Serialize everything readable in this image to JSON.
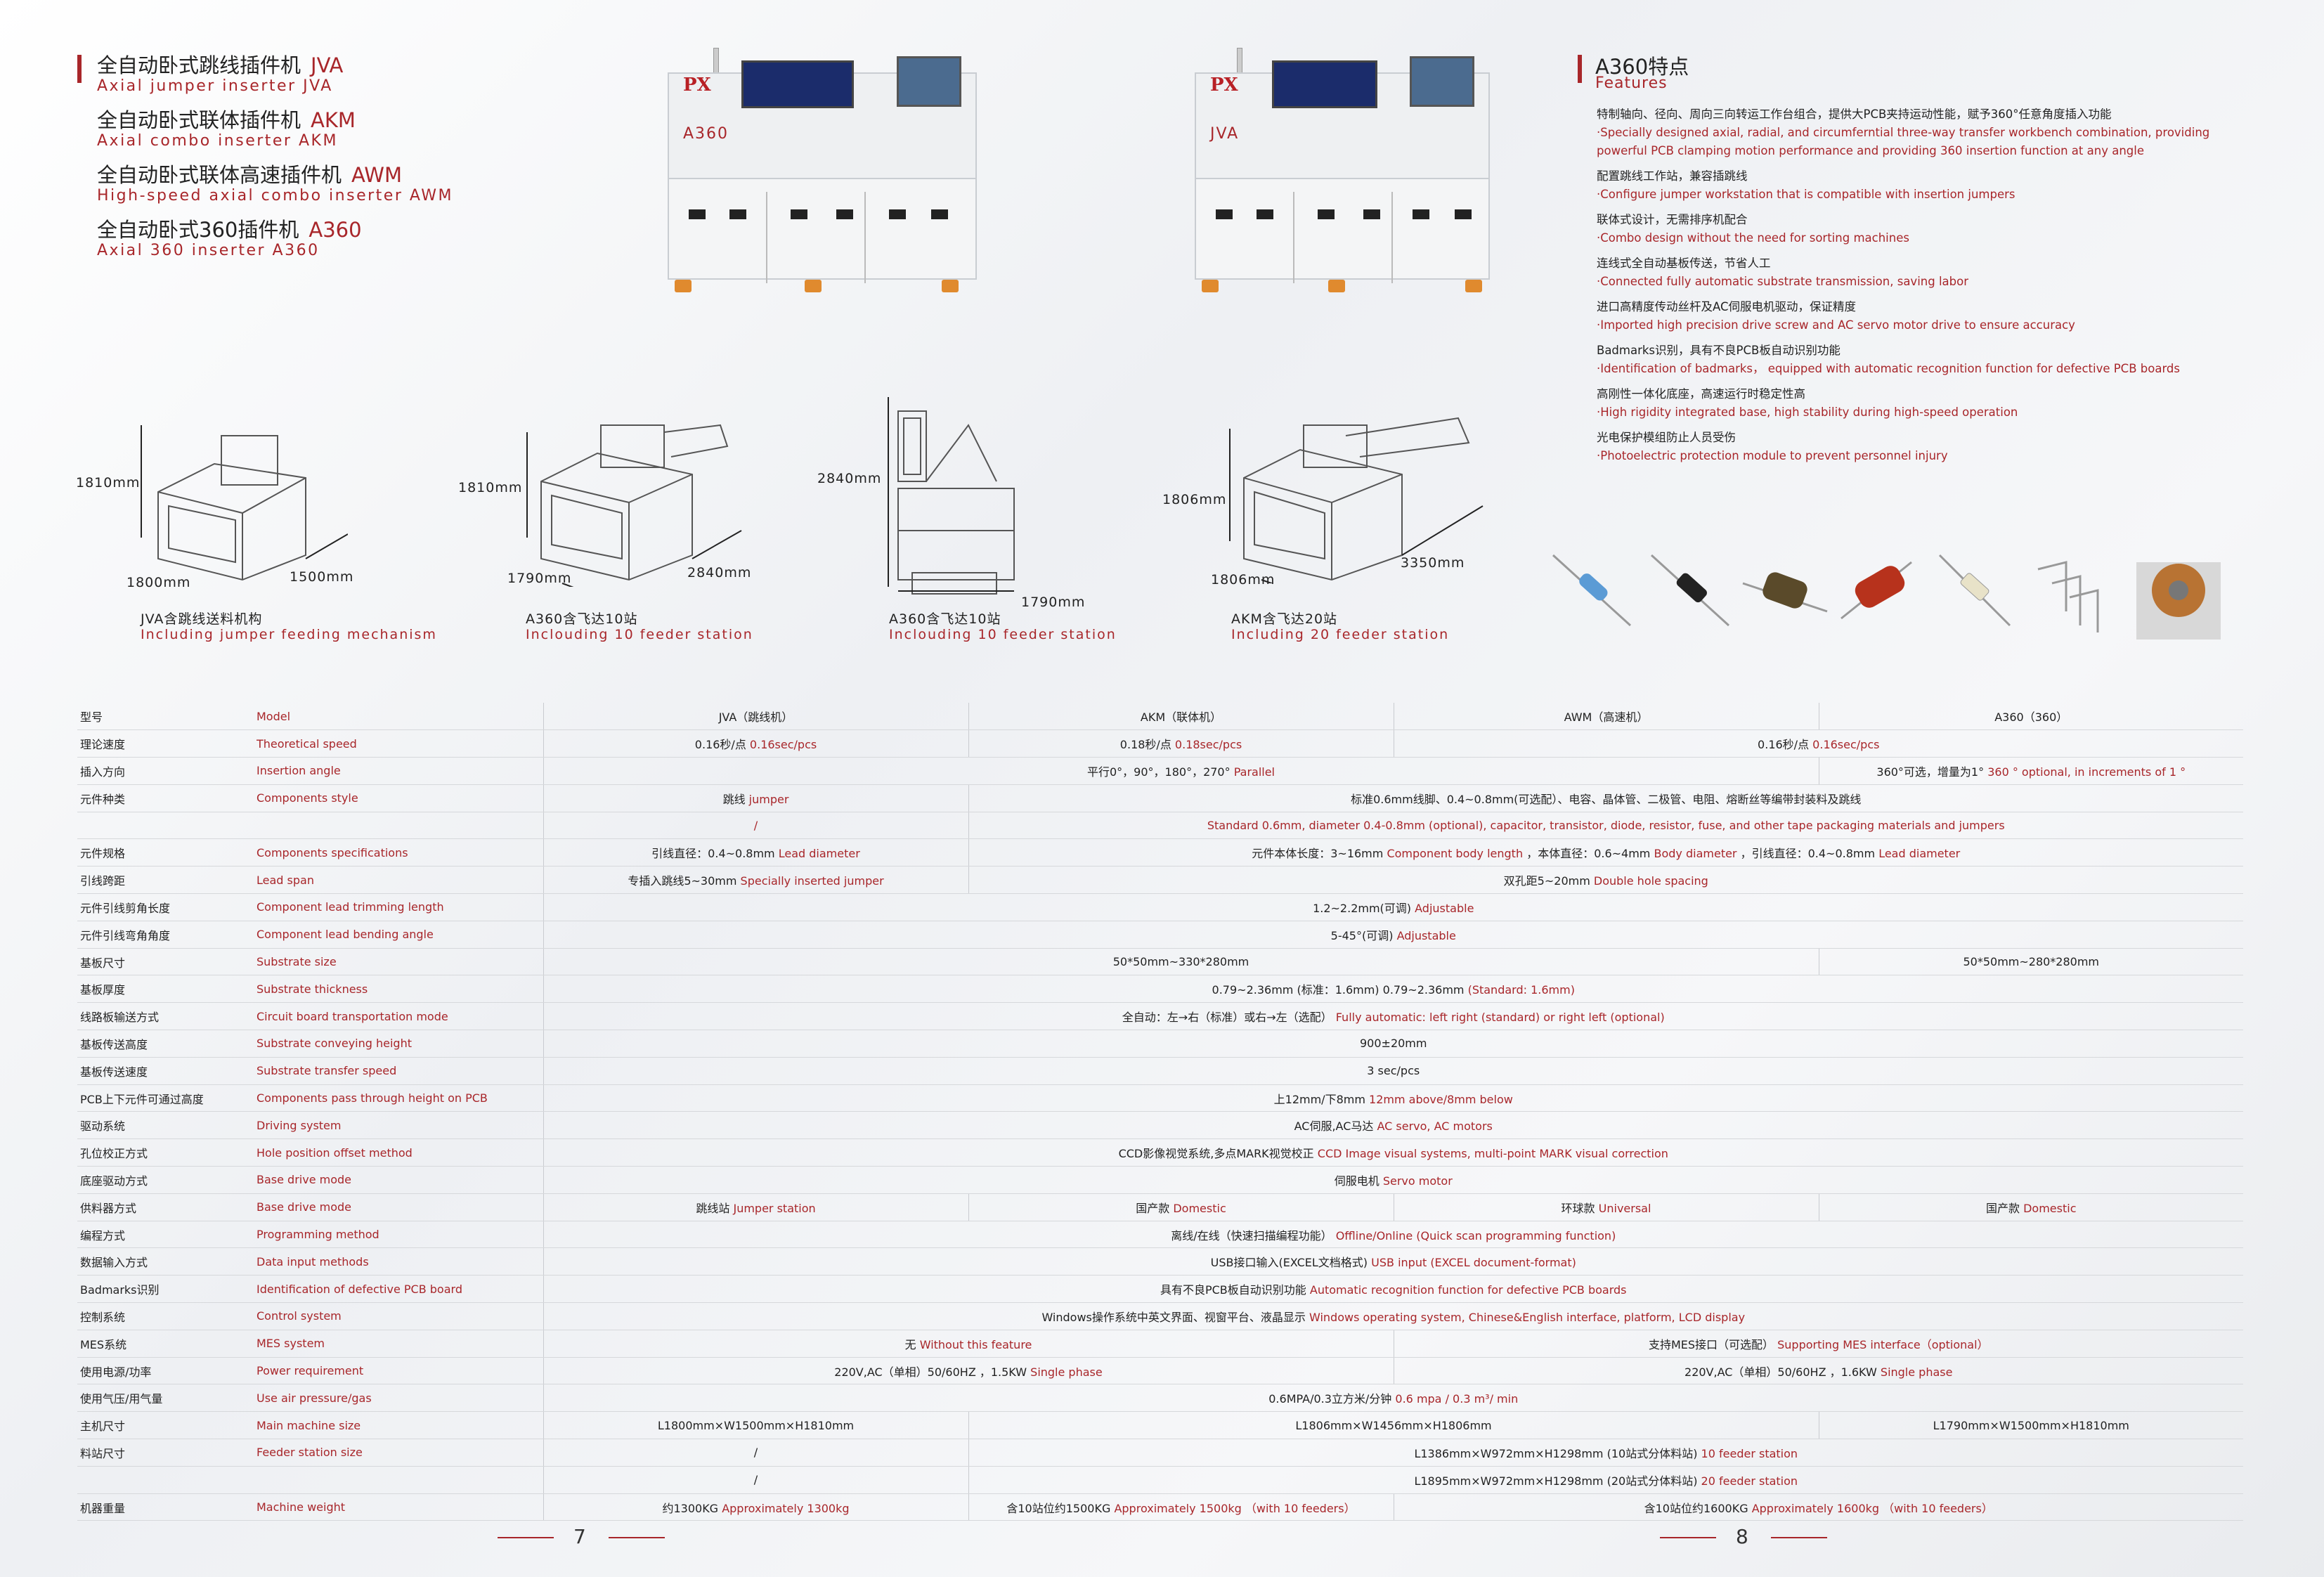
{
  "products": [
    {
      "cn": "全自动卧式跳线插件机",
      "code": "JVA",
      "en": "Axial jumper inserter JVA"
    },
    {
      "cn": "全自动卧式联体插件机",
      "code": "AKM",
      "en": "Axial combo inserter AKM"
    },
    {
      "cn": "全自动卧式联体高速插件机",
      "code": "AWM",
      "en": "High-speed axial combo inserter AWM"
    },
    {
      "cn": "全自动卧式360插件机",
      "code": "A360",
      "en": "Axial 360 inserter A360"
    }
  ],
  "machines": [
    {
      "logo": "PX",
      "model": "A360"
    },
    {
      "logo": "PX",
      "model": "JVA"
    }
  ],
  "drawings": [
    {
      "h": "1810mm",
      "w": "1800mm",
      "d": "1500mm",
      "cap_cn": "JVA含跳线送料机构",
      "cap_en": "Including jumper feeding mechanism"
    },
    {
      "h": "1810mm",
      "w": "1790mm",
      "d": "2840mm",
      "cap_cn": "A360含飞达10站",
      "cap_en": "Inclouding 10 feeder station"
    },
    {
      "h": "2840mm",
      "w": "1790mm",
      "cap_cn": "A360含飞达10站",
      "cap_en": "Inclouding 10 feeder station"
    },
    {
      "h": "1806mm",
      "w": "1806mm",
      "d": "3350mm",
      "cap_cn": "AKM含飞达20站",
      "cap_en": "Including 20 feeder station"
    }
  ],
  "features_title": "A360特点",
  "features_subtitle": "Features",
  "features": [
    {
      "cn": "特制轴向、径向、周向三向转运工作台组合，提供大PCB夹持运动性能，赋予360°任意角度插入功能",
      "en": "·Specially designed axial, radial, and circumferntial three-way transfer workbench combination, providing powerful PCB clamping motion performance and providing 360 insertion function at any angle"
    },
    {
      "cn": "配置跳线工作站，兼容插跳线",
      "en": "·Configure jumper workstation that is compatible with insertion jumpers"
    },
    {
      "cn": "联体式设计，无需排序机配合",
      "en": "·Combo design without the need for sorting machines"
    },
    {
      "cn": "连线式全自动基板传送，节省人工",
      "en": "·Connected fully automatic substrate transmission, saving labor"
    },
    {
      "cn": "进口高精度传动丝杆及AC伺服电机驱动，保证精度",
      "en": "·Imported high precision drive screw and AC servo motor drive to ensure accuracy"
    },
    {
      "cn": "Badmarks识别，具有不良PCB板自动识别功能",
      "en": "·Identification of badmarks， equipped with automatic recognition function for defective PCB boards"
    },
    {
      "cn": "高刚性一体化底座，高速运行时稳定性高",
      "en": "·High rigidity integrated base, high stability during high-speed operation"
    },
    {
      "cn": "光电保护模组防止人员受伤",
      "en": "·Photoelectric protection module to prevent personnel injury"
    }
  ],
  "spec": {
    "header": {
      "cn": "型号",
      "en": "Model",
      "cols": [
        "JVA（跳线机）",
        "AKM（联体机）",
        "AWM（高速机）",
        "A360（360）"
      ]
    },
    "rows": [
      {
        "cn": "理论速度",
        "en": "Theoretical speed",
        "cells": [
          {
            "c": "0.16秒/点",
            "e": "0.16sec/pcs",
            "span": 1
          },
          {
            "c": "0.18秒/点",
            "e": "0.18sec/pcs",
            "span": 1
          },
          {
            "c": "0.16秒/点",
            "e": "0.16sec/pcs",
            "span": 2
          }
        ]
      },
      {
        "cn": "插入方向",
        "en": "Insertion angle",
        "cells": [
          {
            "c": "平行0°，90°，180°，270°",
            "e": "Parallel",
            "span": 3
          },
          {
            "c": "360°可选，增量为1°",
            "e": "360 ° optional, in increments of 1 °",
            "span": 1
          }
        ]
      },
      {
        "cn": "元件种类",
        "en": "Components style",
        "cells": [
          {
            "c": "跳线",
            "e": "jumper",
            "span": 1
          },
          {
            "c": "标准0.6mm线脚、0.4~0.8mm(可选配）、电容、晶体管、二极管、电阻、熔断丝等编带封装料及跳线",
            "e": "",
            "span": 3
          }
        ]
      },
      {
        "cn": "",
        "en": "",
        "cells": [
          {
            "c": "",
            "e": "/",
            "span": 1
          },
          {
            "c": "",
            "e": "Standard 0.6mm, diameter 0.4-0.8mm (optional), capacitor, transistor, diode, resistor, fuse, and other tape packaging materials and jumpers",
            "span": 3
          }
        ]
      },
      {
        "cn": "元件规格",
        "en": "Components specifications",
        "cells": [
          {
            "c": "引线直径：0.4~0.8mm",
            "e": "Lead diameter",
            "span": 1
          },
          {
            "c": "元件本体长度：3~16mm",
            "e": "Component body length",
            "c2": "，本体直径：0.6~4mm",
            "e2": "Body diameter",
            "c3": "，引线直径：0.4~0.8mm",
            "e3": "Lead diameter",
            "span": 3
          }
        ]
      },
      {
        "cn": "引线跨距",
        "en": "Lead span",
        "cells": [
          {
            "c": "专插入跳线5~30mm",
            "e": "Specially inserted jumper",
            "span": 1
          },
          {
            "c": "双孔距5~20mm",
            "e": "Double hole spacing",
            "span": 3
          }
        ]
      },
      {
        "cn": "元件引线剪角长度",
        "en": "Component lead trimming length",
        "cells": [
          {
            "c": "1.2~2.2mm(可调)",
            "e": "Adjustable",
            "span": 4
          }
        ]
      },
      {
        "cn": "元件引线弯角角度",
        "en": "Component lead bending angle",
        "cells": [
          {
            "c": "5-45°(可调)",
            "e": "Adjustable",
            "span": 4
          }
        ]
      },
      {
        "cn": "基板尺寸",
        "en": "Substrate size",
        "cells": [
          {
            "c": "50*50mm~330*280mm",
            "e": "",
            "span": 3
          },
          {
            "c": "50*50mm~280*280mm",
            "e": "",
            "span": 1
          }
        ]
      },
      {
        "cn": "基板厚度",
        "en": "Substrate thickness",
        "cells": [
          {
            "c": "0.79~2.36mm (标准：1.6mm)",
            "e": "",
            "c2": "0.79~2.36mm",
            "e2": "(Standard: 1.6mm)",
            "span": 4
          }
        ]
      },
      {
        "cn": "线路板输送方式",
        "en": "Circuit board transportation mode",
        "cells": [
          {
            "c": "全自动：左→右（标准）或右→左（选配）",
            "e": "Fully automatic: left right (standard) or right left (optional)",
            "span": 4
          }
        ]
      },
      {
        "cn": "基板传送高度",
        "en": "Substrate conveying height",
        "cells": [
          {
            "c": "900±20mm",
            "e": "",
            "span": 4
          }
        ]
      },
      {
        "cn": "基板传送速度",
        "en": "Substrate transfer speed",
        "cells": [
          {
            "c": "3 sec/pcs",
            "e": "",
            "span": 4
          }
        ]
      },
      {
        "cn": "PCB上下元件可通过高度",
        "en": "Components pass through height on PCB",
        "cells": [
          {
            "c": "上12mm/下8mm",
            "e": "12mm above/8mm below",
            "span": 4
          }
        ]
      },
      {
        "cn": "驱动系统",
        "en": "Driving system",
        "cells": [
          {
            "c": "AC伺服,AC马达",
            "e": "AC servo, AC motors",
            "span": 4
          }
        ]
      },
      {
        "cn": "孔位校正方式",
        "en": "Hole position offset method",
        "cells": [
          {
            "c": "CCD影像视觉系统,多点MARK视觉校正",
            "e": "CCD Image visual systems, multi-point MARK visual correction",
            "span": 4
          }
        ]
      },
      {
        "cn": "底座驱动方式",
        "en": "Base drive mode",
        "cells": [
          {
            "c": "伺服电机",
            "e": "Servo motor",
            "span": 4
          }
        ]
      },
      {
        "cn": "供料器方式",
        "en": "Base drive mode",
        "cells": [
          {
            "c": "跳线站",
            "e": "Jumper station",
            "span": 1
          },
          {
            "c": "国产款",
            "e": "Domestic",
            "span": 1
          },
          {
            "c": "环球款",
            "e": "Universal",
            "span": 1
          },
          {
            "c": "国产款",
            "e": "Domestic",
            "span": 1
          }
        ]
      },
      {
        "cn": "编程方式",
        "en": "Programming method",
        "cells": [
          {
            "c": "离线/在线（快速扫描编程功能）",
            "e": "Offline/Online (Quick scan programming function)",
            "span": 4
          }
        ]
      },
      {
        "cn": "数据输入方式",
        "en": "Data input methods",
        "cells": [
          {
            "c": "USB接口输入(EXCEL文档格式)",
            "e": "USB input (EXCEL document-format)",
            "span": 4
          }
        ]
      },
      {
        "cn": "Badmarks识别",
        "en": "Identification of defective PCB board",
        "cells": [
          {
            "c": "具有不良PCB板自动识别功能",
            "e": "Automatic recognition function for defective PCB boards",
            "span": 4
          }
        ]
      },
      {
        "cn": "控制系统",
        "en": "Control system",
        "cells": [
          {
            "c": "Windows操作系统中英文界面、视窗平台、液晶显示",
            "e": "Windows operating system, Chinese&English interface, platform, LCD display",
            "span": 4
          }
        ]
      },
      {
        "cn": "MES系统",
        "en": "MES system",
        "cells": [
          {
            "c": "无",
            "e": "Without this feature",
            "span": 2
          },
          {
            "c": "支持MES接口（可选配）",
            "e": "Supporting MES interface（optional）",
            "span": 2
          }
        ]
      },
      {
        "cn": "使用电源/功率",
        "en": "Power requirement",
        "cells": [
          {
            "c": "220V,AC（单相）50/60HZ ，1.5KW",
            "e": "Single phase",
            "span": 2
          },
          {
            "c": "220V,AC（单相）50/60HZ ，1.6KW",
            "e": "Single phase",
            "span": 2
          }
        ]
      },
      {
        "cn": "使用气压/用气量",
        "en": "Use air pressure/gas",
        "cells": [
          {
            "c": "0.6MPA/0.3立方米/分钟",
            "e": "0.6 mpa / 0.3 m³/ min",
            "span": 4
          }
        ]
      },
      {
        "cn": "主机尺寸",
        "en": "Main machine size",
        "cells": [
          {
            "c": "L1800mm×W1500mm×H1810mm",
            "e": "",
            "span": 1
          },
          {
            "c": "L1806mm×W1456mm×H1806mm",
            "e": "",
            "span": 2
          },
          {
            "c": "L1790mm×W1500mm×H1810mm",
            "e": "",
            "span": 1
          }
        ]
      },
      {
        "cn": "料站尺寸",
        "en": "Feeder station size",
        "cells": [
          {
            "c": "/",
            "e": "",
            "span": 1
          },
          {
            "c": "L1386mm×W972mm×H1298mm (10站式分体料站)",
            "e": "10 feeder station",
            "span": 3
          }
        ]
      },
      {
        "cn": "",
        "en": "",
        "cells": [
          {
            "c": "/",
            "e": "",
            "span": 1
          },
          {
            "c": "L1895mm×W972mm×H1298mm (20站式分体料站)",
            "e": "20 feeder station",
            "span": 3
          }
        ]
      },
      {
        "cn": "机器重量",
        "en": "Machine weight",
        "cells": [
          {
            "c": "约1300KG",
            "e": "Approximately 1300kg",
            "span": 1
          },
          {
            "c": "含10站位约1500KG",
            "e": "Approximately 1500kg （with 10 feeders）",
            "span": 1
          },
          {
            "c": "含10站位约1600KG",
            "e": "Approximately 1600kg （with 10 feeders）",
            "span": 2
          }
        ]
      }
    ]
  },
  "pages": [
    "7",
    "8"
  ]
}
